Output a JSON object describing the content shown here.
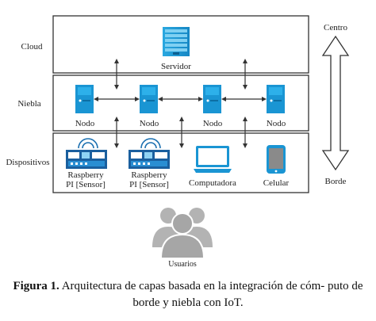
{
  "layers": {
    "cloud": "Cloud",
    "fog": "Niebla",
    "devices": "Dispositivos"
  },
  "axis": {
    "top": "Centro",
    "bottom": "Borde"
  },
  "cloud": {
    "server_label": "Servidor"
  },
  "fog": {
    "nodes": [
      "Nodo",
      "Nodo",
      "Nodo",
      "Nodo"
    ]
  },
  "devices": {
    "sensor1_line1": "Raspberry",
    "sensor1_line2": "PI [Sensor]",
    "sensor2_line1": "Raspberry",
    "sensor2_line2": "PI [Sensor]",
    "computer": "Computadora",
    "phone": "Celular"
  },
  "users": {
    "label": "Usuarios"
  },
  "caption": {
    "label": "Figura 1.",
    "text": "Arquitectura de capas basada en la integración de cóm- puto de borde y niebla con IoT."
  },
  "colors": {
    "accent": "#1a9ad6",
    "frame": "#333333",
    "users": "#b3b3b3"
  },
  "icons": [
    "server-icon",
    "node-icon",
    "raspberry-pi-icon",
    "laptop-icon",
    "phone-icon",
    "users-icon",
    "double-arrow-icon"
  ]
}
